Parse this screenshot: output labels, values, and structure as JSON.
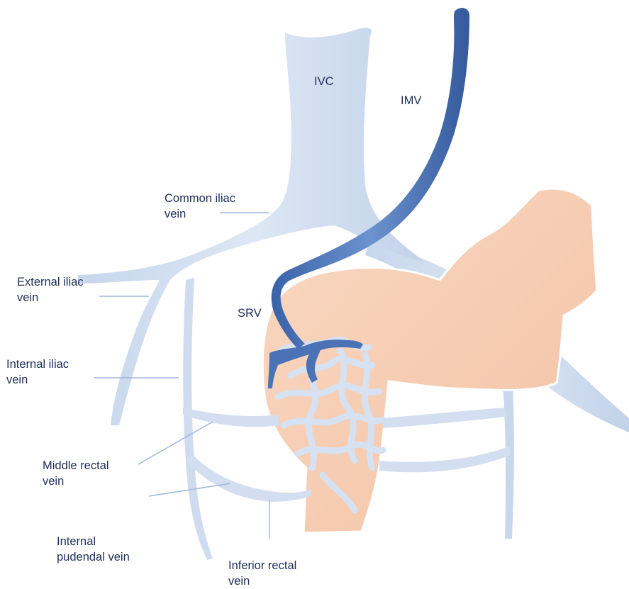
{
  "labels": {
    "ivc": "IVC",
    "imv": "IMV",
    "common_iliac": "Common iliac\nvein",
    "external_iliac": "External iliac\nvein",
    "srv": "SRV",
    "internal_iliac": "Internal iliac\nvein",
    "middle_rectal": "Middle rectal\nvein",
    "internal_pudendal": "Internal\npudendal vein",
    "inferior_rectal": "Inferior rectal\nvein"
  },
  "colors": {
    "vein_light": "#d3dff0",
    "vein_dark": "#4a72b5",
    "bowel": "#f6cdb2",
    "leader": "#9fb8da",
    "text": "#1f2d57"
  }
}
